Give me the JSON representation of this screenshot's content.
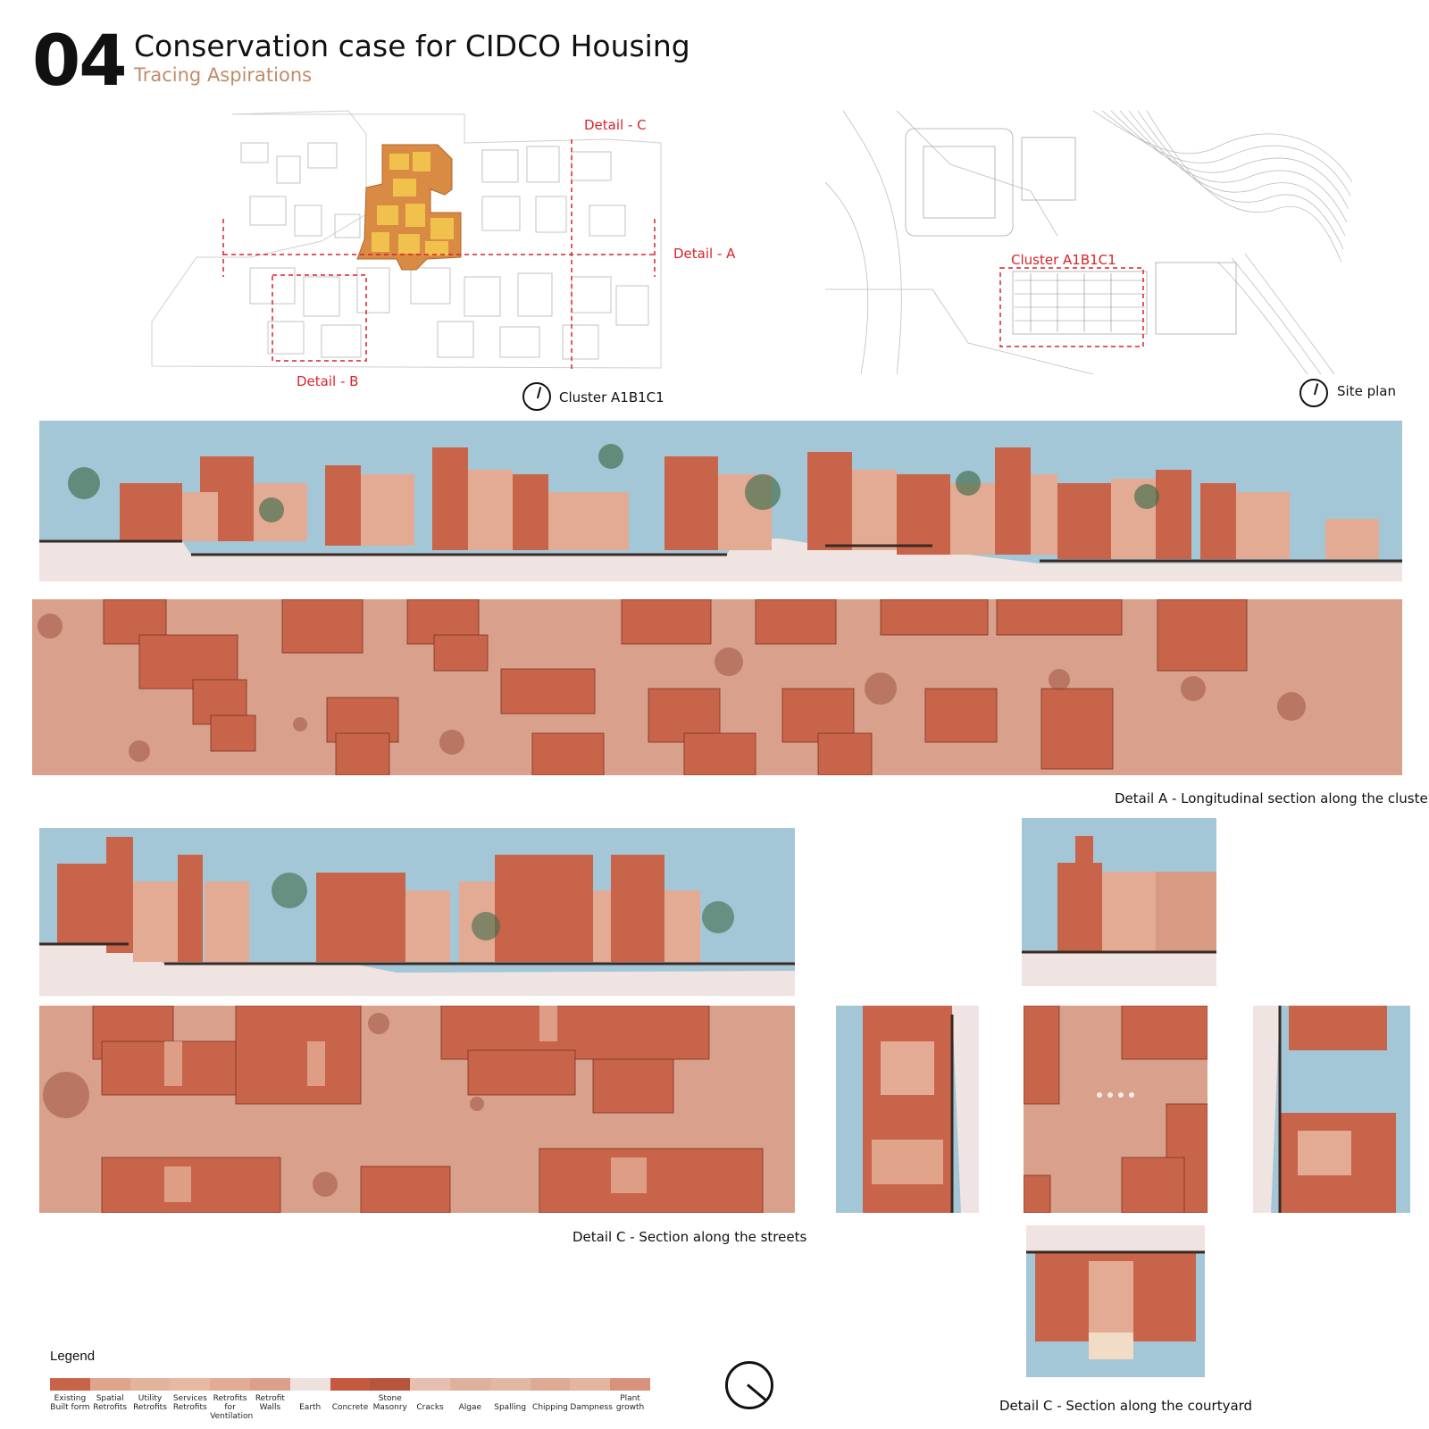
{
  "header": {
    "number": "04",
    "title": "Conservation case for CIDCO Housing",
    "subtitle": "Tracing Aspirations"
  },
  "cluster_plan": {
    "caption": "Cluster A1B1C1",
    "labels": {
      "detail_a": "Detail - A",
      "detail_b": "Detail - B",
      "detail_c": "Detail - C"
    }
  },
  "site_plan": {
    "caption": "Site plan",
    "cluster_label": "Cluster A1B1C1"
  },
  "detail_a": {
    "caption": "Detail A - Longitudinal section along the cluster"
  },
  "detail_c_streets": {
    "caption": "Detail C - Section along the streets"
  },
  "detail_c_courtyard": {
    "caption": "Detail C - Section along the courtyard"
  },
  "legend": {
    "title": "Legend",
    "items": [
      {
        "line1": "Existing",
        "line2": "Built form",
        "color": "#c9644a"
      },
      {
        "line1": "Spatial",
        "line2": "Retrofits",
        "color": "#dfa48a"
      },
      {
        "line1": "Utility",
        "line2": "Retrofits",
        "color": "#e3b39c"
      },
      {
        "line1": "Services",
        "line2": "Retrofits",
        "color": "#e8b8a2"
      },
      {
        "line1": "Retrofits for",
        "line2": "Ventilation",
        "color": "#e1ab94"
      },
      {
        "line1": "Retrofit",
        "line2": "Walls",
        "color": "#dca08a"
      },
      {
        "line1": "",
        "line2": "Earth",
        "color": "#efe2de"
      },
      {
        "line1": "",
        "line2": "Concrete",
        "color": "#c35a3f"
      },
      {
        "line1": "Stone",
        "line2": "Masonry",
        "color": "#b7553c"
      },
      {
        "line1": "",
        "line2": "Cracks",
        "color": "#e6bfae"
      },
      {
        "line1": "",
        "line2": "Algae",
        "color": "#ddb19c"
      },
      {
        "line1": "",
        "line2": "Spalling",
        "color": "#e2b8a5"
      },
      {
        "line1": "",
        "line2": "Chipping",
        "color": "#deaa93"
      },
      {
        "line1": "",
        "line2": "Dampness",
        "color": "#e4b49e"
      },
      {
        "line1": "Plant",
        "line2": "growth",
        "color": "#d8927b"
      }
    ]
  },
  "colors": {
    "sky": "#a4c7d8",
    "plan_bg": "#d9a08c",
    "building": "#c8644a",
    "building_light": "#e3ab94",
    "ground": "#efe4e1",
    "highlight": "#f1c14e",
    "highlight_outline": "#d98b43",
    "red": "#d8232a"
  }
}
